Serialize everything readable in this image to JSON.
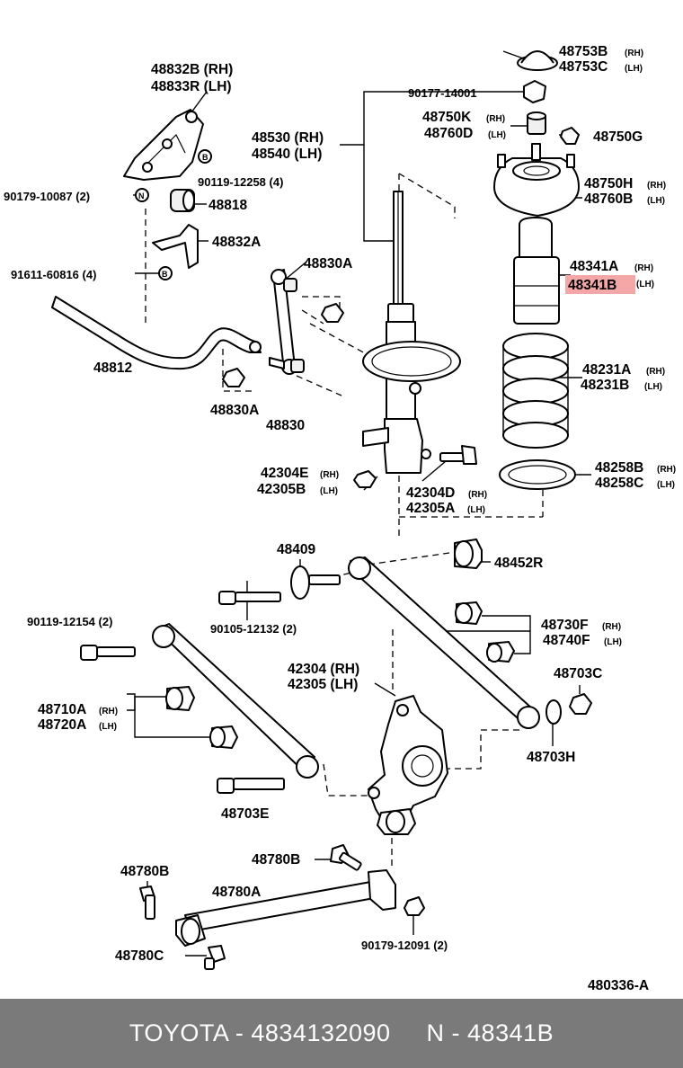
{
  "labels": {
    "p48832b": "48832B (RH)",
    "p48833r": "48833R (LH)",
    "p90119_12258": "90119-12258 (4)",
    "p90179_10087": "90179-10087 (2)",
    "p48818": "48818",
    "p48832a": "48832A",
    "p91611": "91611-60816 (4)",
    "p48812": "48812",
    "p48830a_top": "48830A",
    "p48830a_bot": "48830A",
    "p48830": "48830",
    "p48530": "48530 (RH)",
    "p48540": "48540 (LH)",
    "p90177": "90177-14001",
    "p48753b": "48753B",
    "p48753c": "48753C",
    "p48750k": "48750K",
    "p48760d": "48760D",
    "p48750g": "48750G",
    "p48750h": "48750H",
    "p48760b": "48760B",
    "p48341a": "48341A",
    "p48341b": "48341B",
    "p48231a": "48231A",
    "p48231b": "48231B",
    "p48258b": "48258B",
    "p48258c": "48258C",
    "p42304e": "42304E",
    "p42305b": "42305B",
    "p42304d": "42304D",
    "p42305a": "42305A",
    "p48409": "48409",
    "p48452r": "48452R",
    "p90119_12154": "90119-12154 (2)",
    "p90105": "90105-12132 (2)",
    "p48730f": "48730F",
    "p48740f": "48740F",
    "p42304": "42304 (RH)",
    "p42305": "42305 (LH)",
    "p48703c": "48703C",
    "p48710a": "48710A",
    "p48720a": "48720A",
    "p48703h": "48703H",
    "p48703e": "48703E",
    "p48780b_left": "48780B",
    "p48780b_mid": "48780B",
    "p48780a": "48780A",
    "p48780c": "48780C",
    "p90179_12091": "90179-12091 (2)",
    "diagram_id": "480336-A"
  },
  "suffixes": {
    "rh": "(RH)",
    "lh": "(LH)"
  },
  "highlight": {
    "part": "48341B",
    "color": "#f4a7a7"
  },
  "footer": {
    "text": "TOYOTA - 4834132090     N - 48341B",
    "background": "#7a7a7a"
  }
}
